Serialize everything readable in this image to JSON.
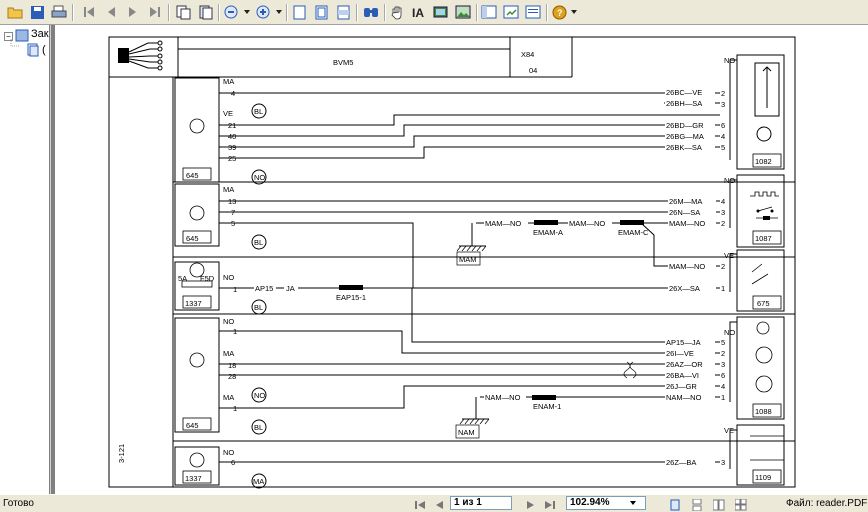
{
  "tree": {
    "root_label": "Зак",
    "child_label": "("
  },
  "diagram": {
    "header_left_label": "BVM5",
    "header_code": "X84",
    "header_sheet": "04",
    "page_ref": "3-121",
    "left_components": [
      "645",
      "645",
      "1337",
      "645",
      "1337"
    ],
    "fuse_rating": "5A",
    "fuse_id": "F5D",
    "right_components": [
      "1082",
      "1087",
      "675",
      "1088",
      "1109"
    ],
    "zone_markers": [
      "BL",
      "NO",
      "BL",
      "BL",
      "NO",
      "BL",
      "MA"
    ],
    "pin_colors_left": [
      "MA",
      "VE",
      "MA",
      "NO",
      "NO",
      "MA",
      "MA",
      "NO"
    ],
    "pins_left": [
      "4",
      "21",
      "40",
      "39",
      "25",
      "13",
      "7",
      "5",
      "1",
      "1",
      "18",
      "28",
      "1",
      "6"
    ],
    "pins_right": [
      "2",
      "3",
      "6",
      "4",
      "5",
      "4",
      "3",
      "2",
      "2",
      "1",
      "5",
      "2",
      "3",
      "6",
      "4",
      "1",
      "3"
    ],
    "right_colors": [
      "NO",
      "NO",
      "VE",
      "NO",
      "VE"
    ],
    "wires": [
      "26BC—VE",
      "26BH—SA",
      "26BD—GR",
      "26BG—MA",
      "26BK—SA",
      "26M—MA",
      "26N—SA",
      "MAM—NO",
      "26X—SA",
      "MAM—NO",
      "AP15—JA",
      "26I—VE",
      "26AZ—OR",
      "26BA—VI",
      "26J—GR",
      "NAM—NO",
      "26Z—BA"
    ],
    "wire_left_labels": [
      "AP15",
      "JA"
    ],
    "ground_labels": [
      "MAM",
      "NAM"
    ],
    "mam_segment_labels": [
      "MAM—NO",
      "MAM—NO",
      "MAM—NO"
    ],
    "nam_segment_label": "NAM—NO",
    "splices": [
      "EMAM-A",
      "EMAM-C",
      "EAP15-1",
      "ENAM-1"
    ]
  },
  "statusbar": {
    "ready": "Готово",
    "page_indicator": "1 из 1",
    "zoom": "102.94%",
    "file": "Файл: reader.PDF"
  }
}
